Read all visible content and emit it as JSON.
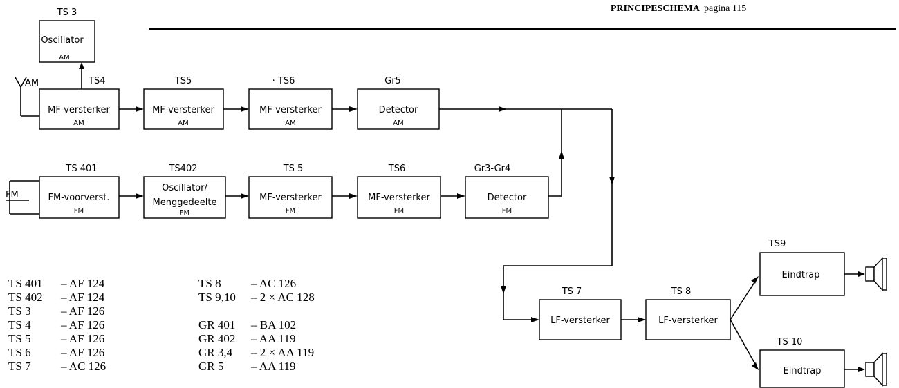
{
  "header": {
    "title": "PRINCIPESCHEMA",
    "page": "pagina 115"
  },
  "antennas": {
    "am": "AM",
    "fm": "FM"
  },
  "blocks": {
    "ts3": {
      "tag": "TS 3",
      "label": "Oscillator",
      "band": "AM"
    },
    "ts4": {
      "tag": "TS4",
      "label": "MF-versterker",
      "band": "AM"
    },
    "ts5am": {
      "tag": "TS5",
      "label": "MF-versterker",
      "band": "AM"
    },
    "ts6am": {
      "tag": "· TS6",
      "label": "MF-versterker",
      "band": "AM"
    },
    "gr5": {
      "tag": "Gr5",
      "label": "Detector",
      "band": "AM"
    },
    "ts401": {
      "tag": "TS 401",
      "label": "FM-voorverst.",
      "band": "FM"
    },
    "ts402": {
      "tag": "TS402",
      "label1": "Oscillator/",
      "label2": "Menggedeelte",
      "band": "FM"
    },
    "ts5fm": {
      "tag": "TS 5",
      "label": "MF-versterker",
      "band": "FM"
    },
    "ts6fm": {
      "tag": "TS6",
      "label": "MF-versterker",
      "band": "FM"
    },
    "gr34": {
      "tag": "Gr3-Gr4",
      "label": "Detector",
      "band": "FM"
    },
    "ts7": {
      "tag": "TS 7",
      "label": "LF-versterker"
    },
    "ts8": {
      "tag": "TS 8",
      "label": "LF-versterker"
    },
    "ts9": {
      "tag": "TS9",
      "label": "Eindtrap"
    },
    "ts10": {
      "tag": "TS 10",
      "label": "Eindtrap"
    }
  },
  "component_list": {
    "left": [
      {
        "ref": "TS 401",
        "part": "– AF 124"
      },
      {
        "ref": "TS 402",
        "part": "– AF 124"
      },
      {
        "ref": "TS 3",
        "part": "– AF 126"
      },
      {
        "ref": "TS 4",
        "part": "– AF 126"
      },
      {
        "ref": "TS 5",
        "part": "– AF 126"
      },
      {
        "ref": "TS 6",
        "part": "– AF 126"
      },
      {
        "ref": "TS 7",
        "part": "– AC 126"
      }
    ],
    "right": [
      {
        "ref": "TS 8",
        "part": "– AC 126"
      },
      {
        "ref": "TS 9,10",
        "part": "– 2 × AC 128"
      },
      {
        "ref": "GR 401",
        "part": "– BA 102"
      },
      {
        "ref": "GR 402",
        "part": "– AA 119"
      },
      {
        "ref": "GR 3,4",
        "part": "– 2 × AA 119"
      },
      {
        "ref": "GR 5",
        "part": "– AA 119"
      }
    ]
  }
}
